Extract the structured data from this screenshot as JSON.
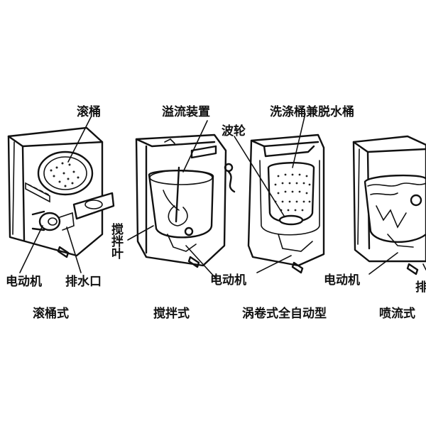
{
  "figure": {
    "labels": {
      "drum_tub": "滚桶",
      "overflow_device": "溢流装置",
      "wash_spin_tub": "洗涤桶兼脱水桶",
      "pulsator": "波轮",
      "agitator_blade": "搅拌叶",
      "motor_1": "电动机",
      "drain_1": "排水口",
      "motor_2": "电动机",
      "motor_3": "电动机",
      "drain_4": "排"
    },
    "captions": {
      "drum": "滚桶式",
      "agitator": "搅拌式",
      "pulsator_auto": "涡卷式全自动型",
      "jet": "喷流式"
    }
  }
}
